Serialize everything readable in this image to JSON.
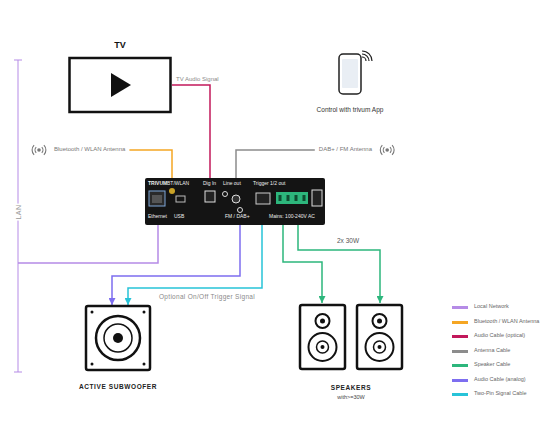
{
  "diagram": {
    "nodes": [
      {
        "text": [
          "TV"
        ]
      },
      {
        "text": [
          "Control with trivum App"
        ]
      },
      {
        "text": [
          "Bluetooth / WLAN Antenna"
        ]
      },
      {
        "text": [
          "DAB+ / FM Antenna"
        ]
      },
      {
        "text": [
          "TRIVUM",
          "BT/WLAN",
          "Dig In",
          "Line out",
          "Trigger 1/2 out",
          "Ethernet",
          "USB",
          "FM / DAB+",
          "Mains: 100-240V AC"
        ]
      },
      {
        "text": [
          "ACTIVE SUBWOOFER"
        ]
      },
      {
        "text": [
          "SPEAKERS",
          "with>=30W"
        ]
      }
    ],
    "edges": [
      {
        "from": 0,
        "to": 4,
        "label": "TV Audio Signal",
        "arrow": "none"
      },
      {
        "from": 2,
        "to": 4,
        "arrow": "none"
      },
      {
        "from": 3,
        "to": 4,
        "arrow": "none"
      },
      {
        "from": 4,
        "to": 5,
        "arrow": "to"
      },
      {
        "from": 4,
        "to": 5,
        "label": "Optional On/Off Trigger Signal",
        "arrow": "to"
      },
      {
        "from": 4,
        "to": 6,
        "arrow": "to"
      },
      {
        "from": 4,
        "to": 6,
        "arrow": "to"
      }
    ],
    "labels": [
      "LAN",
      "2x 30W"
    ],
    "legend": [
      {
        "text": "Local Network",
        "color": "#b58be6"
      },
      {
        "text": "Bluetooth / WLAN Antenna",
        "color": "#f5a623"
      },
      {
        "text": "Audio Cable (optical)",
        "color": "#c2185b"
      },
      {
        "text": "Antenna Cable",
        "color": "#8c8c8c"
      },
      {
        "text": "Speaker Cable",
        "color": "#2db67c"
      },
      {
        "text": "Audio Cable (analog)",
        "color": "#7d6ef0"
      },
      {
        "text": "Two-Pin Signal Cable",
        "color": "#27c3d8"
      }
    ]
  }
}
